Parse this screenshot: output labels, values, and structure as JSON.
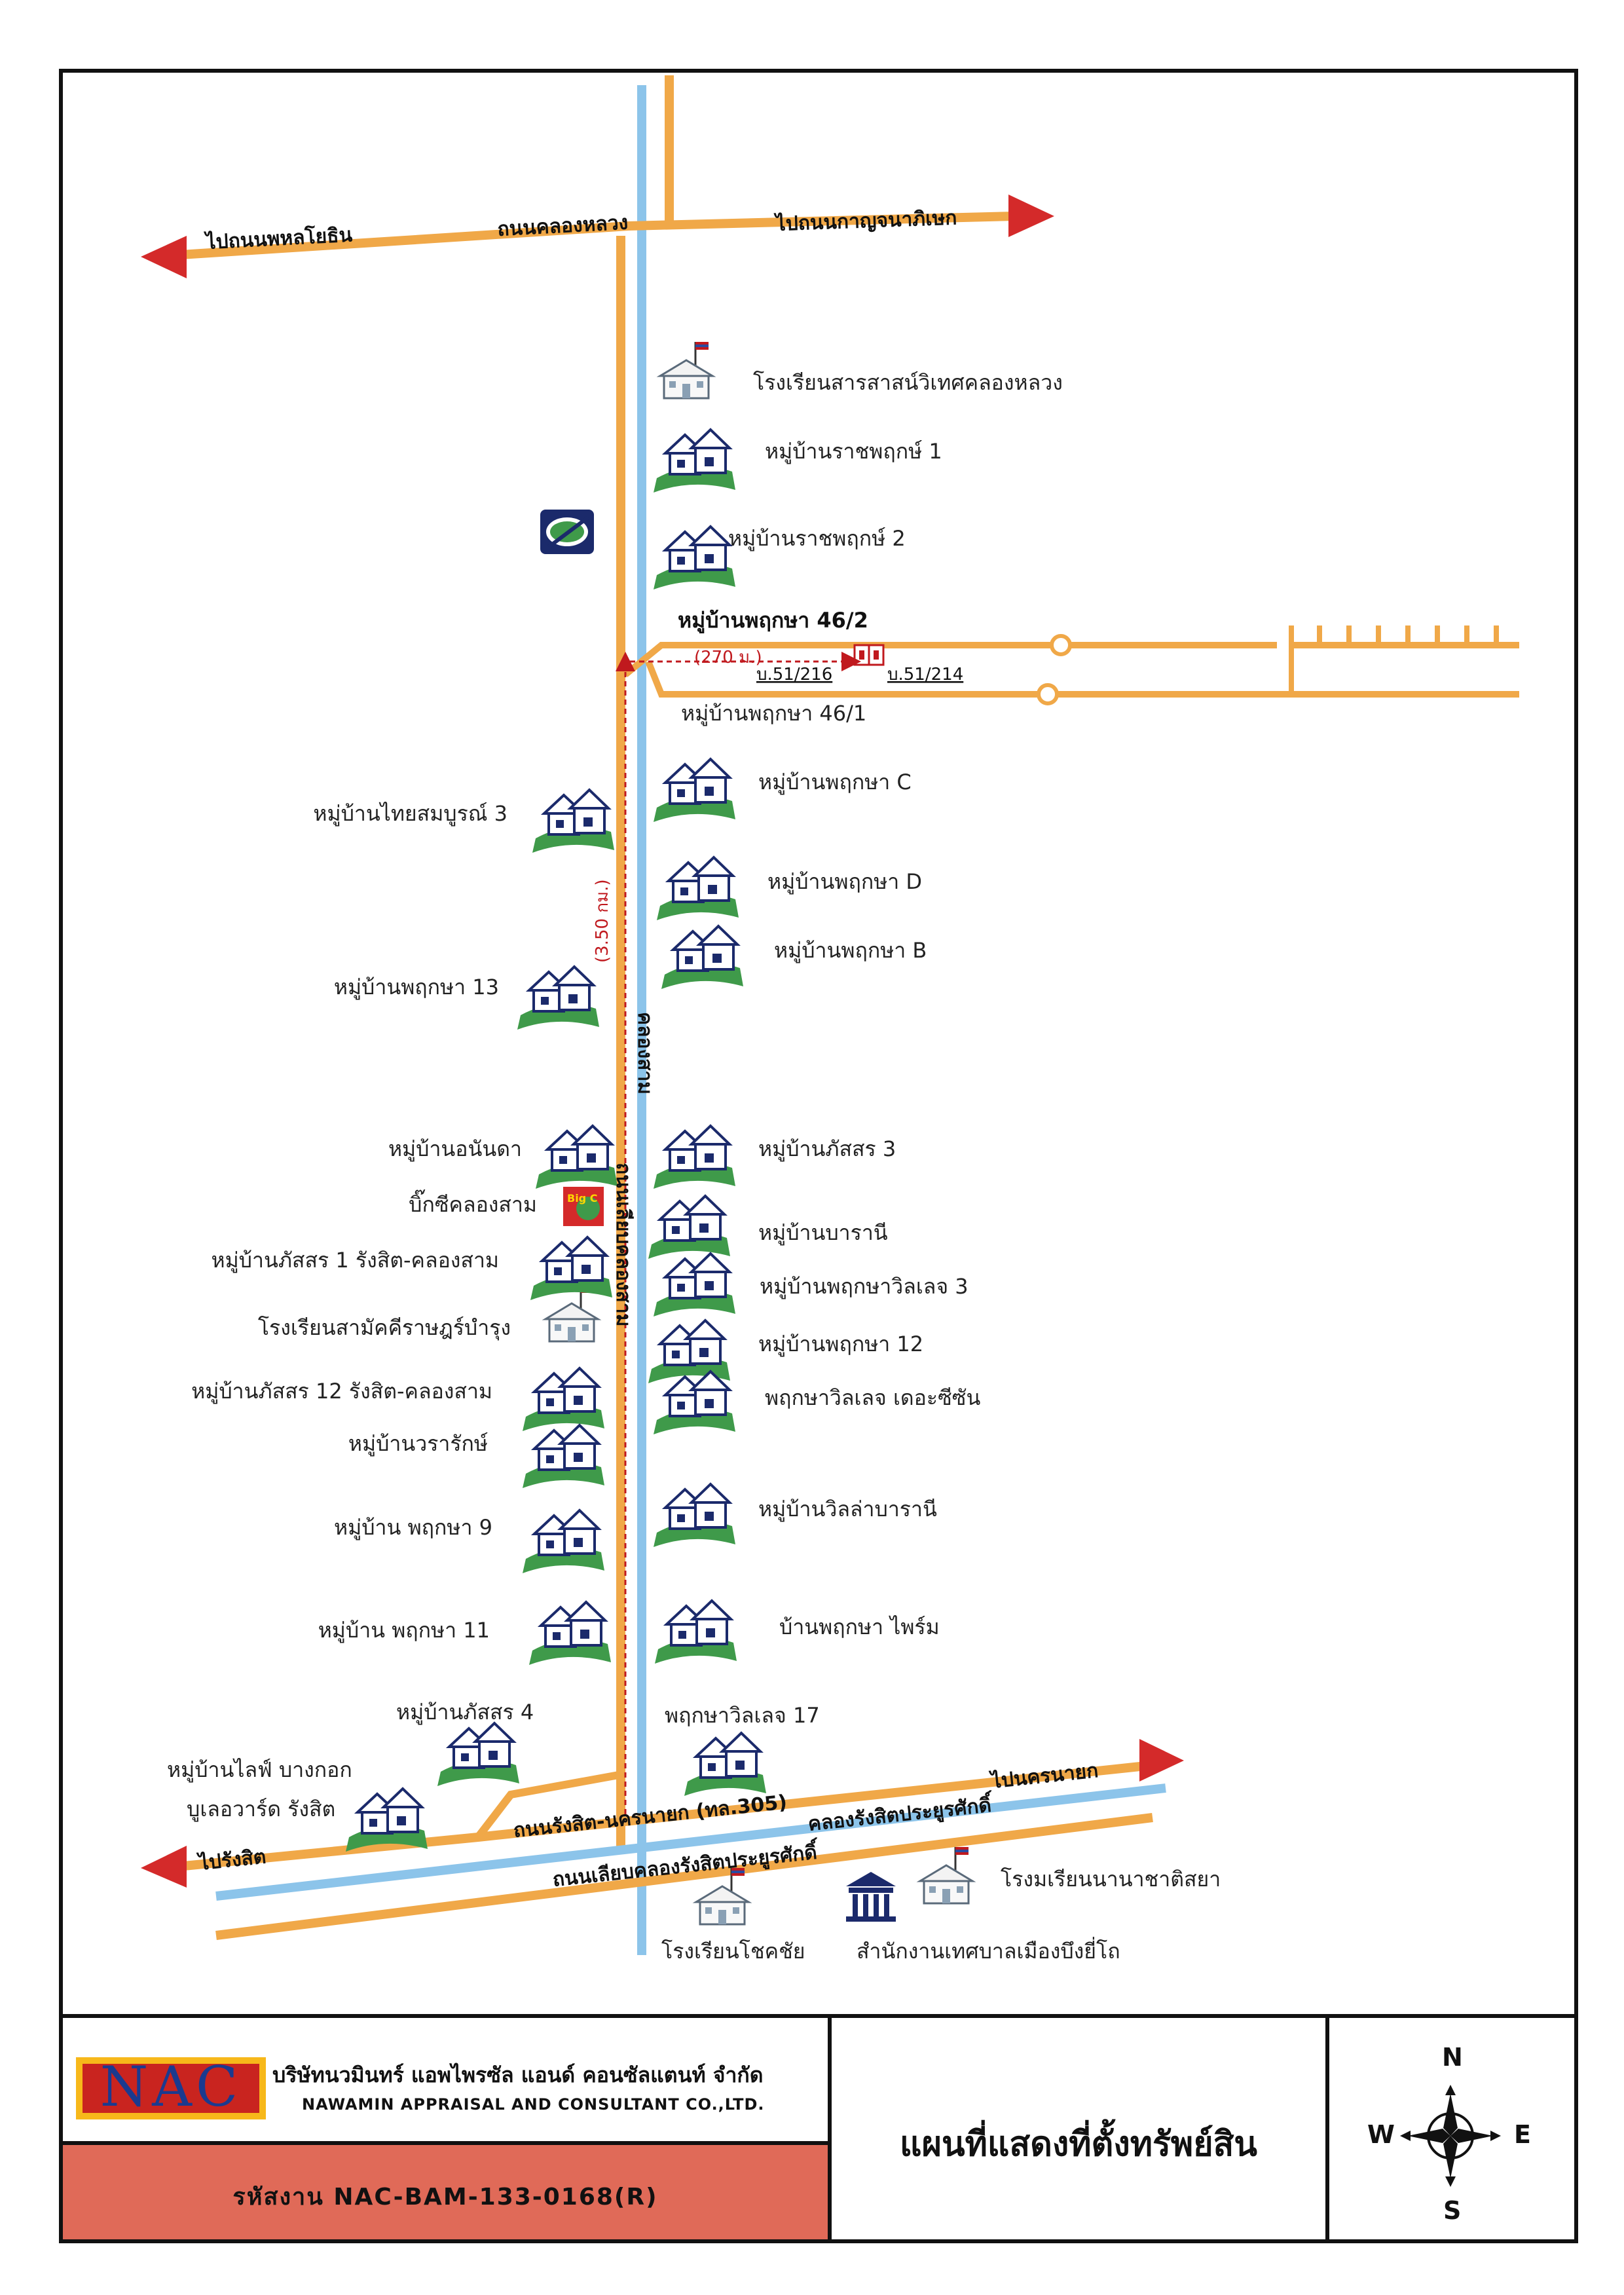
{
  "map": {
    "roads": {
      "top_road": "ถนนคลองหลวง",
      "to_phahonyothin": "ไปถนนพหลโยธิน",
      "to_kanchanaphisek": "ไปถนนกาญจนาภิเษก",
      "main_road": "ถนนรังสิต-นครนายก (ทล.305)",
      "to_rangsit": "ไปรังสิต",
      "to_nakhon_nayok": "ไปนครนายก",
      "canal_rangsit": "คลองรังสิตประยูรศักดิ์",
      "frontage_road": "ถนนเลียบคลองรังสิตประยูรศักดิ์",
      "canal_khlong_sam": "คลองสาม",
      "road_khlong_sam": "ถนนเลียบคลองสาม"
    },
    "distance_main": "(3.50 กม.)",
    "distance_soi": "(270 ม.)",
    "subject": {
      "village_title": "หมู่บ้านพฤกษา 46/2",
      "village_below": "หมู่บ้านพฤกษา 46/1",
      "plot_1": "บ.51/216",
      "plot_2": "บ.51/214"
    },
    "landmarks_east": [
      "โรงเรียนสารสาสน์วิเทศคลองหลวง",
      "หมู่บ้านราชพฤกษ์ 1",
      "หมู่บ้านราชพฤกษ์ 2",
      "หมู่บ้านพฤกษา C",
      "หมู่บ้านพฤกษา D",
      "หมู่บ้านพฤกษา B",
      "หมู่บ้านภัสสร 3",
      "หมู่บ้านบารานี",
      "หมู่บ้านพฤกษาวิลเลจ 3",
      "หมู่บ้านพฤกษา 12",
      "พฤกษาวิลเลจ เดอะซีซัน",
      "หมู่บ้านวิลล่าบารานี",
      "บ้านพฤกษา ไพร์ม",
      "พฤกษาวิลเลจ 17"
    ],
    "landmarks_west": [
      "หมู่บ้านไทยสมบูรณ์ 3",
      "หมู่บ้านพฤกษา 13",
      "หมู่บ้านอนันดา",
      "บิ๊กซีคลองสาม",
      "หมู่บ้านภัสสร 1 รังสิต-คลองสาม",
      "โรงเรียนสามัคคีราษฎร์บำรุง",
      "หมู่บ้านภัสสร 12 รังสิต-คลองสาม",
      "หมู่บ้านวรารักษ์",
      "หมู่บ้าน พฤกษา 9",
      "หมู่บ้าน พฤกษา 11",
      "หมู่บ้านภัสสร 4",
      "หมู่บ้านไลฟ์ บางกอก",
      "บูเลอวาร์ด รังสิต"
    ],
    "landmarks_south": [
      "โรงมเรียนนานาชาติสยา",
      "โรงเรียนโชคชัย",
      "สำนักงานเทศบาลเมืองบึงยี่โถ"
    ],
    "bigc_logo_text": "Big C"
  },
  "footer": {
    "logo_text": "NAC",
    "company_th": "บริษัทนวมินทร์ แอพไพรซัล แอนด์ คอนซัลแตนท์ จำกัด",
    "company_en": "NAWAMIN APPRAISAL AND CONSULTANT CO.,LTD.",
    "job_code": "รหัสงาน  NAC-BAM-133-0168(R)",
    "map_title": "แผนที่แสดงที่ตั้งทรัพย์สิน",
    "compass": {
      "n": "N",
      "s": "S",
      "e": "E",
      "w": "W"
    }
  },
  "colors": {
    "road": "#f0a848",
    "canal": "#8cc4ea",
    "arrow": "#d42a2a",
    "grass": "#3f9a4a",
    "code_bg": "#e06a58"
  }
}
